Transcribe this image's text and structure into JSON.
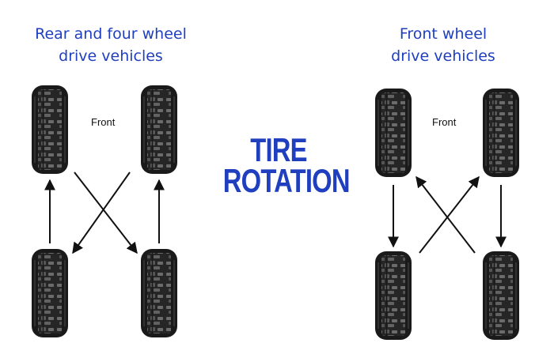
{
  "left_panel": {
    "heading_line1": "Rear and four wheel",
    "heading_line2": "drive vehicles",
    "front_label": "Front"
  },
  "center": {
    "title_line1": "TIRE",
    "title_line2": "ROTATION"
  },
  "right_panel": {
    "heading_line1": "Front wheel",
    "heading_line2": "drive vehicles",
    "front_label": "Front"
  },
  "colors": {
    "heading": "#1f3fbf",
    "title": "#1f3fbf",
    "tire": "#1a1a1a",
    "tread": "#5a5a5a",
    "arrow": "#111111"
  },
  "icons": [
    "tire-icon"
  ]
}
